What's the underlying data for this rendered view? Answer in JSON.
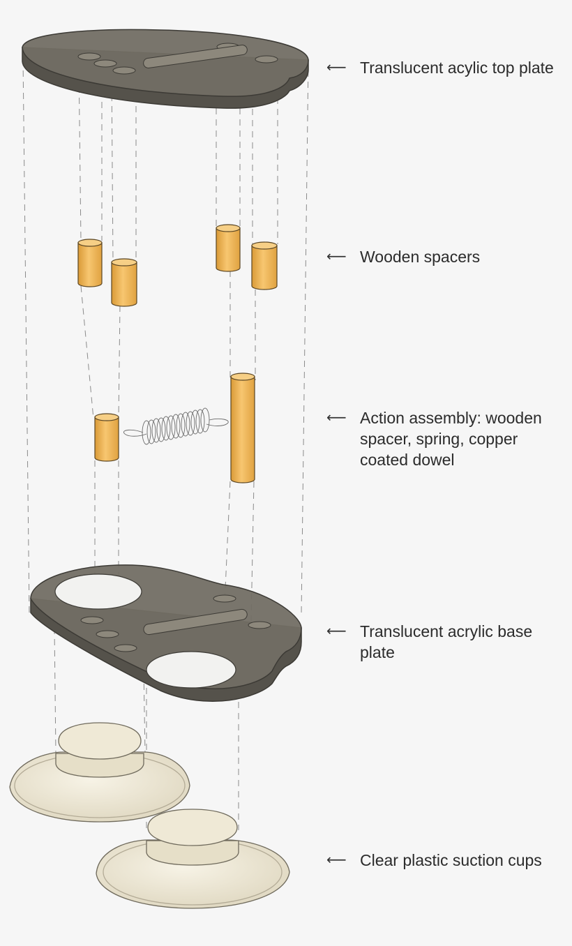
{
  "arrow_glyph": "⟵",
  "labels": {
    "top_plate": "Translucent acylic top plate",
    "spacers": "Wooden spacers",
    "action": "Action assembly: wooden\nspacer, spring, copper\ncoated dowel",
    "base_plate": "Translucent acrylic base\nplate",
    "cups": "Clear plastic suction cups"
  },
  "colors": {
    "background": "#f6f6f6",
    "acrylic": "#6f6b62",
    "acrylic_edge": "#55524b",
    "wood": "#f2b85a",
    "wood_dark": "#d8952e",
    "cup": "#ece6d3",
    "cup_edge": "#b3ab96",
    "line": "#777777"
  }
}
